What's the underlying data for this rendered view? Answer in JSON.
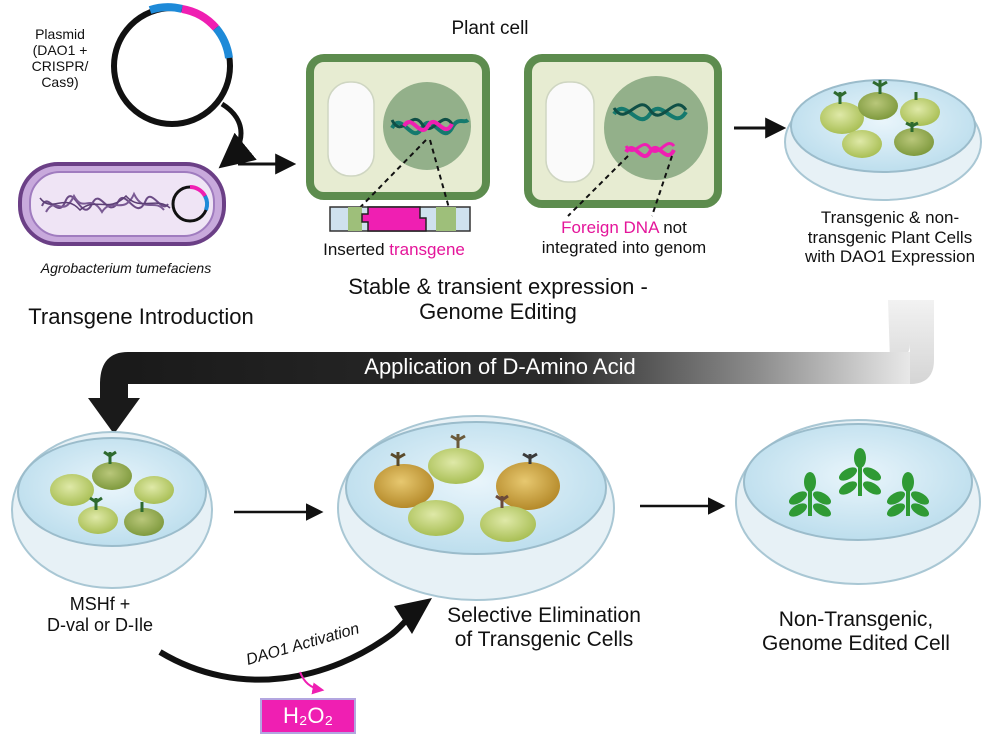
{
  "plasmid": {
    "label": "Plasmid\n(DAO1 +\nCRISPR/\nCas9)"
  },
  "agrobacterium": {
    "label": "Agrobacterium tumefaciens"
  },
  "transgene_introduction": {
    "label": "Transgene Introduction"
  },
  "plant_cell": {
    "title": "Plant cell"
  },
  "stable": {
    "inserted_prefix": "Inserted ",
    "inserted_highlight": "transgene"
  },
  "transient": {
    "foreign_highlight": "Foreign DNA",
    "foreign_suffix": " not",
    "line2": "integrated into genom"
  },
  "expression": {
    "label": "Stable & transient expression -\nGenome Editing"
  },
  "dish1": {
    "label": "Transgenic & non-\ntransgenic Plant Cells\nwith DAO1 Expression"
  },
  "band": {
    "label": "Application of D-Amino Acid"
  },
  "dish2": {
    "label": "MSHf +\nD-val or D-Ile"
  },
  "dao1": {
    "label": "DAO1 Activation"
  },
  "h2o2": {
    "label": "H₂O₂"
  },
  "dish3": {
    "label": "Selective Elimination\nof Transgenic Cells"
  },
  "dish4": {
    "label": "Non-Transgenic,\nGenome Edited Cell"
  },
  "colors": {
    "pink": "#e4159a",
    "blue": "#1e8ad8",
    "cell_green": "#5d8c4e",
    "nucleus": "#93b08a",
    "dna_teal": "#157a6e"
  },
  "icons": [
    "plasmid-icon",
    "bacterium-icon",
    "plant-cell-icon",
    "dna-icon",
    "petri-dish-icon",
    "callus-icon",
    "seedling-icon",
    "arrow-icon"
  ]
}
